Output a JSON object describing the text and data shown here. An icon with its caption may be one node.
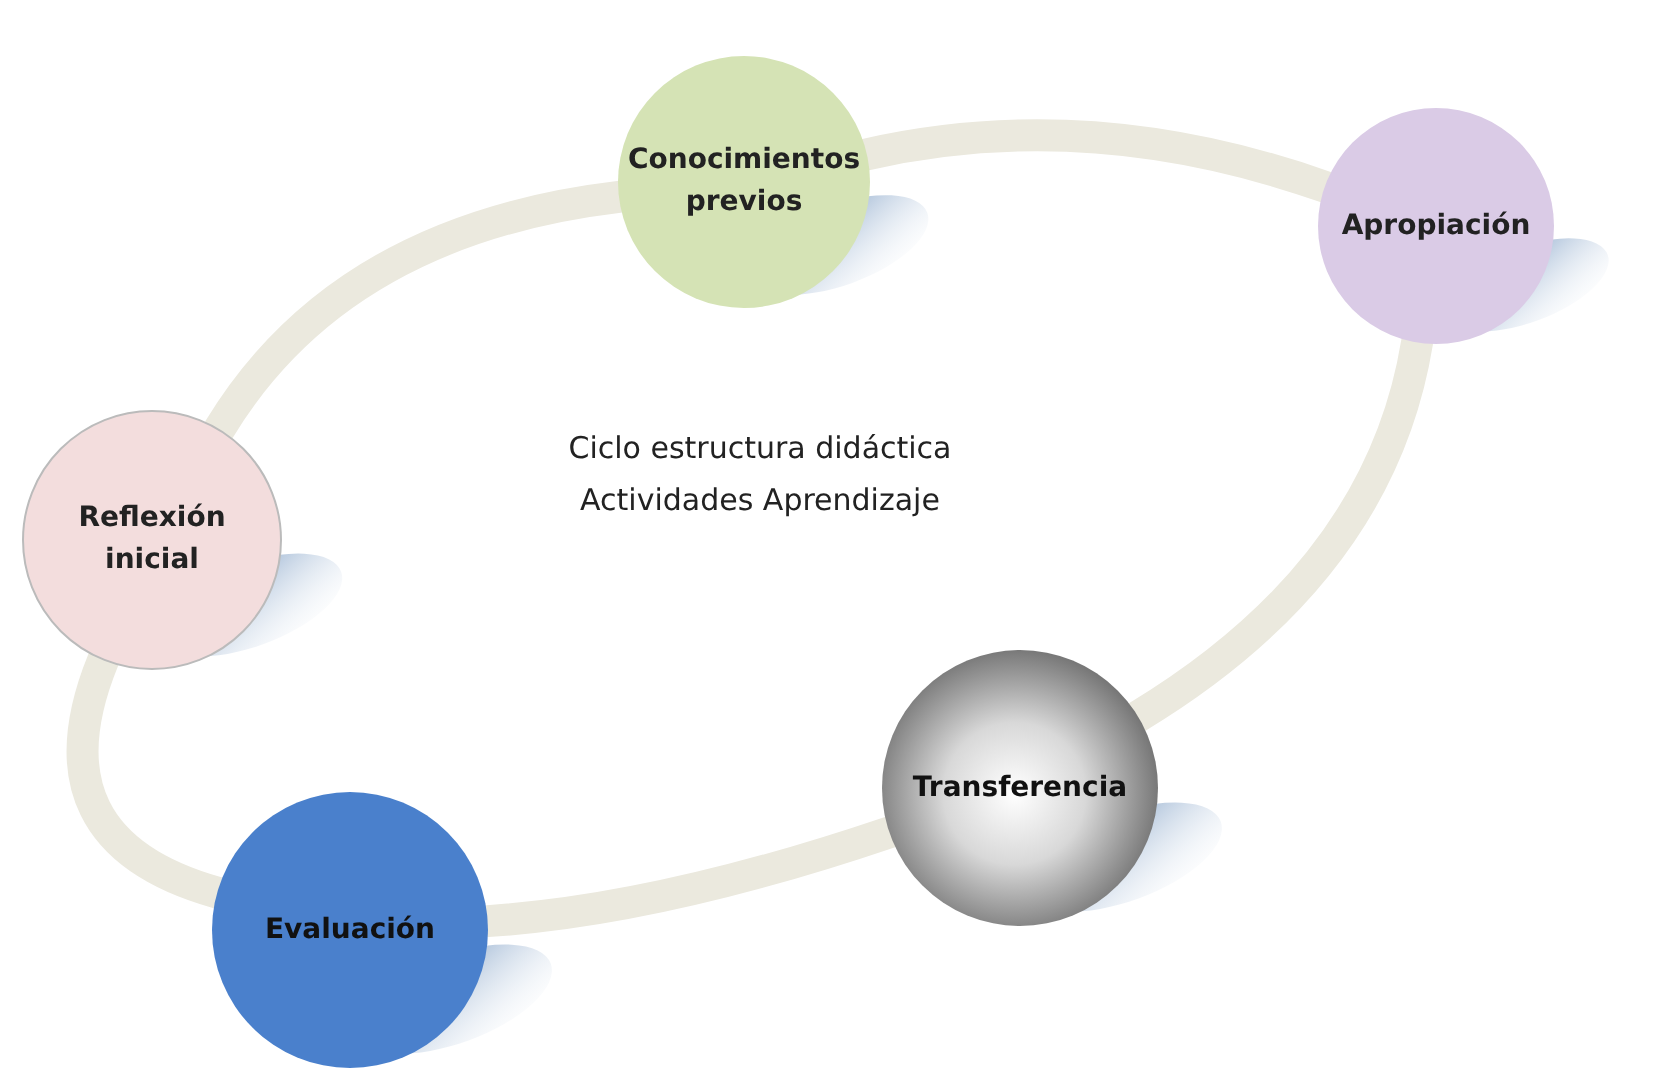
{
  "diagram": {
    "nodes": [
      {
        "text": [
          "Conocimientos previos"
        ]
      },
      {
        "text": [
          "Apropiación"
        ]
      },
      {
        "text": [
          "Reflexión inicial"
        ]
      },
      {
        "text": [
          "Transferencia"
        ]
      },
      {
        "text": [
          "Evaluación"
        ]
      }
    ],
    "edges": [
      {
        "from": 0,
        "to": 1,
        "arrow": "none"
      },
      {
        "from": 1,
        "to": 3,
        "arrow": "none"
      },
      {
        "from": 3,
        "to": 4,
        "arrow": "none"
      },
      {
        "from": 4,
        "to": 2,
        "arrow": "none"
      },
      {
        "from": 2,
        "to": 0,
        "arrow": "none"
      }
    ],
    "labels": [
      "Ciclo estructura didáctica Actividades Aprendizaje"
    ]
  }
}
